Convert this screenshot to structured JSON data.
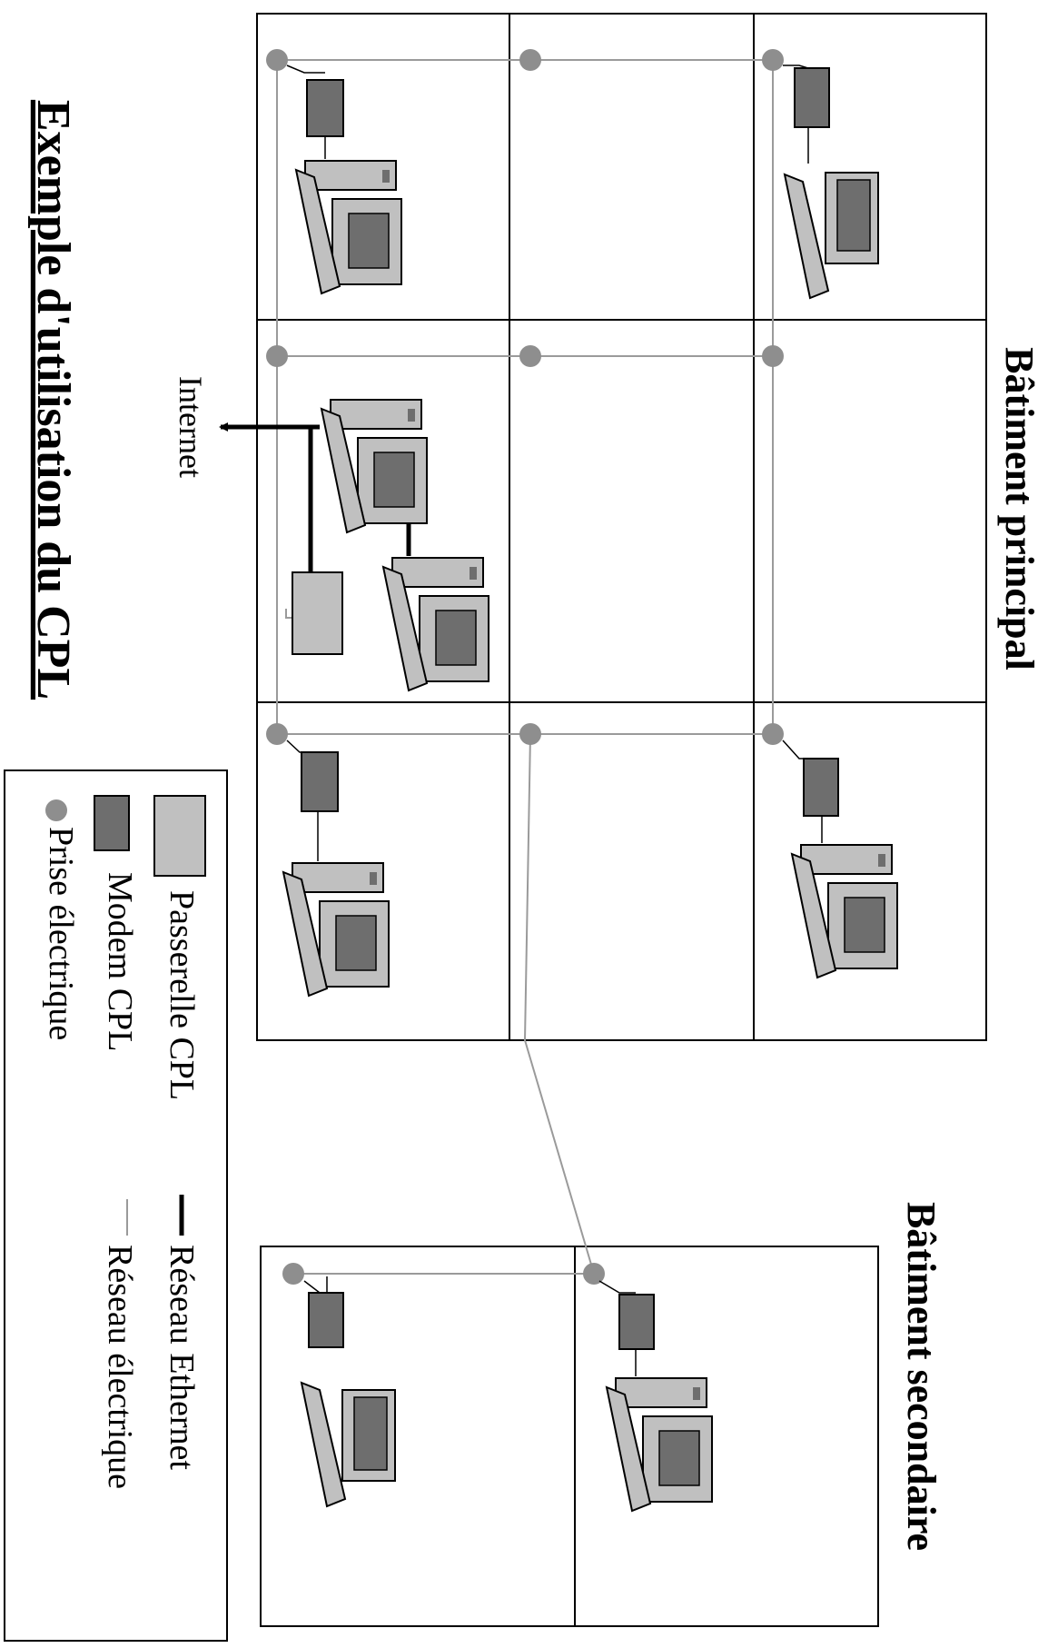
{
  "title": "Exemple d'utilisation du CPL",
  "buildings": {
    "main": "Bâtiment principal",
    "secondary": "Bâtiment secondaire"
  },
  "internet_label": "Internet",
  "legend": {
    "gateway": "Passerelle CPL",
    "modem": "Modem CPL",
    "outlet": "Prise électrique",
    "ethernet": "Réseau Ethernet",
    "electrical": "Réseau électrique"
  },
  "colors": {
    "outlet": "#8e8e8e",
    "modem": "#6e6e6e",
    "gateway": "#c0c0c0",
    "electrical_line": "#9a9a9a",
    "ethernet_line": "#000000"
  }
}
